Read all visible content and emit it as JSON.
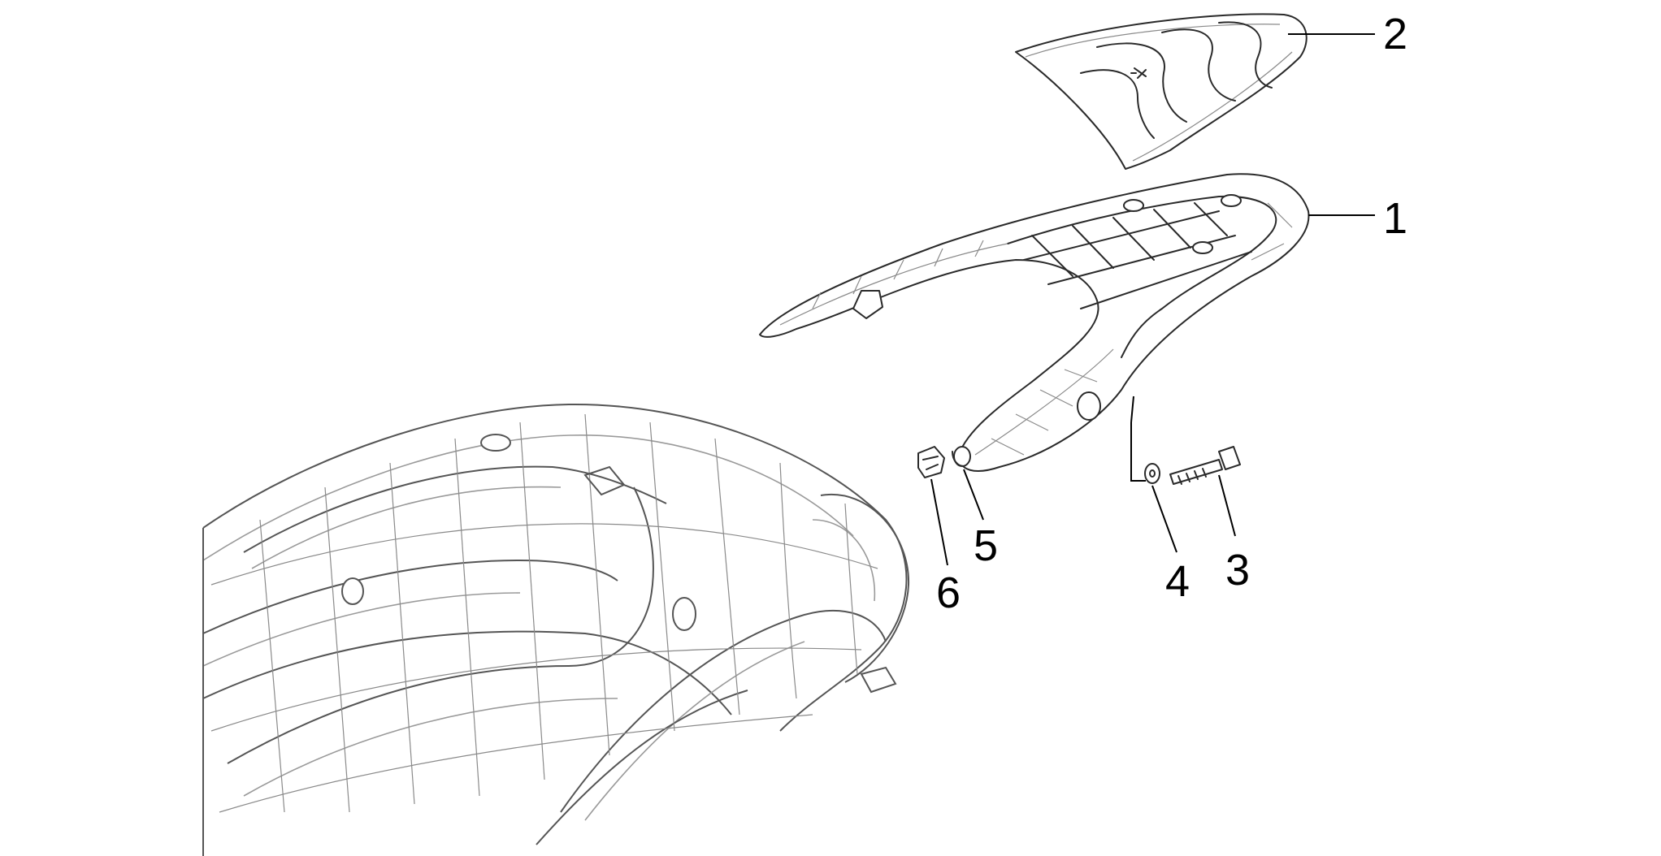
{
  "callouts": {
    "part_1": "1",
    "part_2": "2",
    "part_3": "3",
    "part_4": "4",
    "part_5": "5",
    "part_6": "6"
  },
  "colors": {
    "line": "#2a2a2a",
    "background": "#ffffff"
  }
}
